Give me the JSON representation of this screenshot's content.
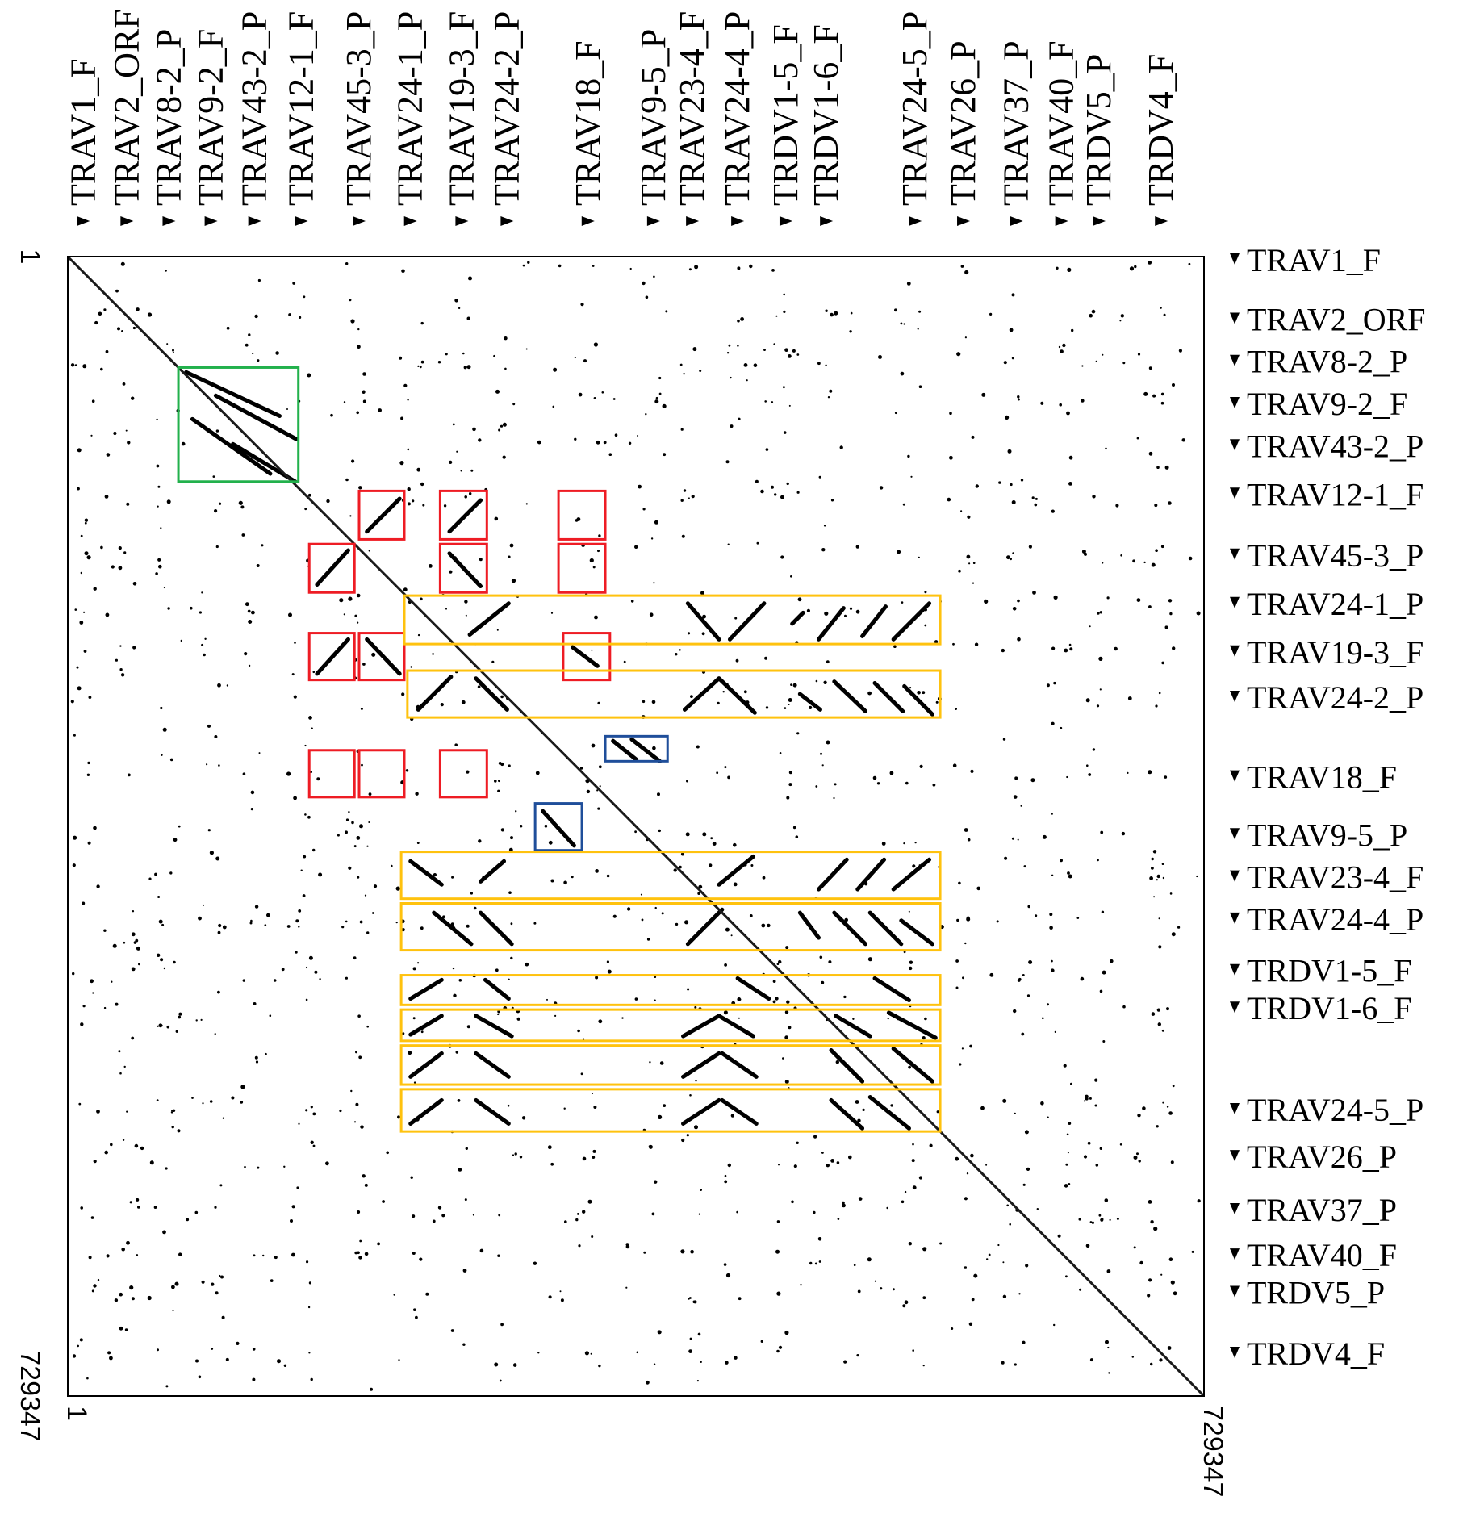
{
  "colors": {
    "identity_line": "#1a1a1a",
    "dots": "#000000",
    "box_green": "#22b14c",
    "box_red": "#ee1c24",
    "box_yellow": "#ffc20e",
    "box_blue": "#1f4e9a"
  },
  "chart_data": {
    "type": "scatter",
    "subtype": "dotplot",
    "xlim": [
      1,
      729347
    ],
    "ylim": [
      1,
      729347
    ],
    "x_ticks": [
      "1",
      "729347"
    ],
    "y_ticks": [
      "1",
      "729347"
    ],
    "y_inverted": true,
    "grid": false,
    "top_genes": [
      {
        "name": "TRAV1_F",
        "pos": 10000
      },
      {
        "name": "TRAV2_ORF",
        "pos": 38000
      },
      {
        "name": "TRAV8-2_P",
        "pos": 65000
      },
      {
        "name": "TRAV9-2_F",
        "pos": 92000
      },
      {
        "name": "TRAV43-2_P",
        "pos": 120000
      },
      {
        "name": "TRAV12-1_F",
        "pos": 150000
      },
      {
        "name": "TRAV45-3_P",
        "pos": 187000
      },
      {
        "name": "TRAV24-1_P",
        "pos": 220000
      },
      {
        "name": "TRAV19-3_F",
        "pos": 253000
      },
      {
        "name": "TRAV24-2_P",
        "pos": 282000
      },
      {
        "name": "TRAV18_F",
        "pos": 334000
      },
      {
        "name": "TRAV9-5_P",
        "pos": 376000
      },
      {
        "name": "TRAV23-4_F",
        "pos": 401000
      },
      {
        "name": "TRAV24-4_P",
        "pos": 430000
      },
      {
        "name": "TRDV1-5_F",
        "pos": 461000
      },
      {
        "name": "TRDV1-6_F",
        "pos": 487000
      },
      {
        "name": "TRAV24-5_P",
        "pos": 544000
      },
      {
        "name": "TRAV26_P",
        "pos": 575000
      },
      {
        "name": "TRAV37_P",
        "pos": 609000
      },
      {
        "name": "TRAV40_F",
        "pos": 638000
      },
      {
        "name": "TRDV5_P",
        "pos": 662000
      },
      {
        "name": "TRDV4_F",
        "pos": 702000
      }
    ],
    "right_genes": [
      {
        "name": "TRAV1_F",
        "pos": 2000
      },
      {
        "name": "TRAV2_ORF",
        "pos": 40000
      },
      {
        "name": "TRAV8-2_P",
        "pos": 67000
      },
      {
        "name": "TRAV9-2_F",
        "pos": 94000
      },
      {
        "name": "TRAV43-2_P",
        "pos": 121000
      },
      {
        "name": "TRAV12-1_F",
        "pos": 152000
      },
      {
        "name": "TRAV45-3_P",
        "pos": 191000
      },
      {
        "name": "TRAV24-1_P",
        "pos": 222000
      },
      {
        "name": "TRAV19-3_F",
        "pos": 253000
      },
      {
        "name": "TRAV24-2_P",
        "pos": 282000
      },
      {
        "name": "TRAV18_F",
        "pos": 333000
      },
      {
        "name": "TRAV9-5_P",
        "pos": 370000
      },
      {
        "name": "TRAV23-4_F",
        "pos": 397000
      },
      {
        "name": "TRAV24-4_P",
        "pos": 424000
      },
      {
        "name": "TRDV1-5_F",
        "pos": 457000
      },
      {
        "name": "TRDV1-6_F",
        "pos": 481000
      },
      {
        "name": "TRAV24-5_P",
        "pos": 546000
      },
      {
        "name": "TRAV26_P",
        "pos": 576000
      },
      {
        "name": "TRAV37_P",
        "pos": 610000
      },
      {
        "name": "TRAV40_F",
        "pos": 639000
      },
      {
        "name": "TRDV5_P",
        "pos": 663000
      },
      {
        "name": "TRDV4_F",
        "pos": 702000
      }
    ],
    "annotation_boxes": [
      {
        "color": "green",
        "x": [
          71000,
          148000
        ],
        "y": [
          71000,
          144000
        ]
      },
      {
        "color": "red",
        "x": [
          187000,
          216000
        ],
        "y": [
          150000,
          181000
        ]
      },
      {
        "color": "red",
        "x": [
          239000,
          269000
        ],
        "y": [
          150000,
          181000
        ]
      },
      {
        "color": "red",
        "x": [
          315000,
          345000
        ],
        "y": [
          150000,
          181000
        ]
      },
      {
        "color": "red",
        "x": [
          155000,
          184000
        ],
        "y": [
          184000,
          215000
        ]
      },
      {
        "color": "red",
        "x": [
          239000,
          269000
        ],
        "y": [
          184000,
          215000
        ]
      },
      {
        "color": "red",
        "x": [
          315000,
          345000
        ],
        "y": [
          184000,
          215000
        ]
      },
      {
        "color": "red",
        "x": [
          155000,
          184000
        ],
        "y": [
          241000,
          271000
        ]
      },
      {
        "color": "red",
        "x": [
          187000,
          216000
        ],
        "y": [
          241000,
          271000
        ]
      },
      {
        "color": "red",
        "x": [
          318000,
          348000
        ],
        "y": [
          241000,
          271000
        ]
      },
      {
        "color": "red",
        "x": [
          155000,
          184000
        ],
        "y": [
          316000,
          346000
        ]
      },
      {
        "color": "red",
        "x": [
          187000,
          216000
        ],
        "y": [
          316000,
          346000
        ]
      },
      {
        "color": "red",
        "x": [
          239000,
          269000
        ],
        "y": [
          316000,
          346000
        ]
      },
      {
        "color": "blue",
        "x": [
          345000,
          385000
        ],
        "y": [
          307000,
          323000
        ]
      },
      {
        "color": "blue",
        "x": [
          300000,
          330000
        ],
        "y": [
          350000,
          380000
        ]
      },
      {
        "color": "yellow",
        "x": [
          216000,
          560000
        ],
        "y": [
          217000,
          248000
        ]
      },
      {
        "color": "yellow",
        "x": [
          218000,
          560000
        ],
        "y": [
          265000,
          295000
        ]
      },
      {
        "color": "yellow",
        "x": [
          214000,
          560000
        ],
        "y": [
          381000,
          411000
        ]
      },
      {
        "color": "yellow",
        "x": [
          214000,
          560000
        ],
        "y": [
          414000,
          444000
        ]
      },
      {
        "color": "yellow",
        "x": [
          214000,
          560000
        ],
        "y": [
          460000,
          479000
        ]
      },
      {
        "color": "yellow",
        "x": [
          214000,
          560000
        ],
        "y": [
          482000,
          502000
        ]
      },
      {
        "color": "yellow",
        "x": [
          214000,
          560000
        ],
        "y": [
          505000,
          530000
        ]
      },
      {
        "color": "yellow",
        "x": [
          214000,
          560000
        ],
        "y": [
          533000,
          560000
        ]
      }
    ],
    "segments": [
      {
        "x": [
          76000,
          136000
        ],
        "y": [
          74000,
          102000
        ]
      },
      {
        "x": [
          95000,
          147000
        ],
        "y": [
          89000,
          117000
        ]
      },
      {
        "x": [
          80000,
          130000
        ],
        "y": [
          104000,
          139000
        ]
      },
      {
        "x": [
          106000,
          146000
        ],
        "y": [
          120000,
          144000
        ]
      },
      {
        "x": [
          192000,
          213000
        ],
        "y": [
          176000,
          155000
        ]
      },
      {
        "x": [
          245000,
          265000
        ],
        "y": [
          176000,
          156000
        ]
      },
      {
        "x": [
          160000,
          180000
        ],
        "y": [
          210000,
          188000
        ]
      },
      {
        "x": [
          245000,
          265000
        ],
        "y": [
          190000,
          211000
        ]
      },
      {
        "x": [
          160000,
          180000
        ],
        "y": [
          267000,
          245000
        ]
      },
      {
        "x": [
          192000,
          213000
        ],
        "y": [
          245000,
          267000
        ]
      },
      {
        "x": [
          324000,
          340000
        ],
        "y": [
          250000,
          262000
        ]
      },
      {
        "x": [
          258000,
          283000
        ],
        "y": [
          242000,
          222000
        ]
      },
      {
        "x": [
          398000,
          418000
        ],
        "y": [
          222000,
          245000
        ]
      },
      {
        "x": [
          425000,
          447000
        ],
        "y": [
          245000,
          222000
        ]
      },
      {
        "x": [
          465000,
          472000
        ],
        "y": [
          235000,
          228000
        ]
      },
      {
        "x": [
          482000,
          498000
        ],
        "y": [
          245000,
          225000
        ]
      },
      {
        "x": [
          510000,
          525000
        ],
        "y": [
          243000,
          224000
        ]
      },
      {
        "x": [
          530000,
          553000
        ],
        "y": [
          245000,
          222000
        ]
      },
      {
        "x": [
          225000,
          246000
        ],
        "y": [
          290000,
          269000
        ]
      },
      {
        "x": [
          262000,
          282000
        ],
        "y": [
          270000,
          290000
        ]
      },
      {
        "x": [
          396000,
          418000
        ],
        "y": [
          290000,
          270000
        ]
      },
      {
        "x": [
          418000,
          441000
        ],
        "y": [
          270000,
          292000
        ]
      },
      {
        "x": [
          470000,
          483000
        ],
        "y": [
          280000,
          290000
        ]
      },
      {
        "x": [
          492000,
          512000
        ],
        "y": [
          272000,
          291000
        ]
      },
      {
        "x": [
          518000,
          536000
        ],
        "y": [
          273000,
          291000
        ]
      },
      {
        "x": [
          537000,
          555000
        ],
        "y": [
          275000,
          293000
        ]
      },
      {
        "x": [
          350000,
          365000
        ],
        "y": [
          310000,
          322000
        ]
      },
      {
        "x": [
          362000,
          380000
        ],
        "y": [
          309000,
          323000
        ]
      },
      {
        "x": [
          305000,
          325000
        ],
        "y": [
          355000,
          377000
        ]
      },
      {
        "x": [
          235000,
          259000
        ],
        "y": [
          420000,
          440000
        ]
      },
      {
        "x": [
          265000,
          285000
        ],
        "y": [
          420000,
          440000
        ]
      },
      {
        "x": [
          398000,
          420000
        ],
        "y": [
          440000,
          418000
        ]
      },
      {
        "x": [
          470000,
          482000
        ],
        "y": [
          420000,
          436000
        ]
      },
      {
        "x": [
          492000,
          512000
        ],
        "y": [
          420000,
          440000
        ]
      },
      {
        "x": [
          515000,
          535000
        ],
        "y": [
          420000,
          440000
        ]
      },
      {
        "x": [
          535000,
          555000
        ],
        "y": [
          425000,
          440000
        ]
      },
      {
        "x": [
          220000,
          240000
        ],
        "y": [
          387000,
          402000
        ]
      },
      {
        "x": [
          265000,
          280000
        ],
        "y": [
          400000,
          387000
        ]
      },
      {
        "x": [
          418000,
          440000
        ],
        "y": [
          402000,
          384000
        ]
      },
      {
        "x": [
          482000,
          500000
        ],
        "y": [
          405000,
          386000
        ]
      },
      {
        "x": [
          507000,
          524000
        ],
        "y": [
          405000,
          386000
        ]
      },
      {
        "x": [
          530000,
          553000
        ],
        "y": [
          405000,
          386000
        ]
      },
      {
        "x": [
          220000,
          240000
        ],
        "y": [
          475000,
          463000
        ]
      },
      {
        "x": [
          268000,
          283000
        ],
        "y": [
          463000,
          475000
        ]
      },
      {
        "x": [
          430000,
          450000
        ],
        "y": [
          462000,
          475000
        ]
      },
      {
        "x": [
          518000,
          540000
        ],
        "y": [
          462000,
          476000
        ]
      },
      {
        "x": [
          220000,
          240000
        ],
        "y": [
          498000,
          486000
        ]
      },
      {
        "x": [
          262000,
          285000
        ],
        "y": [
          486000,
          499000
        ]
      },
      {
        "x": [
          395000,
          418000
        ],
        "y": [
          499000,
          486000
        ]
      },
      {
        "x": [
          418000,
          440000
        ],
        "y": [
          486000,
          499000
        ]
      },
      {
        "x": [
          493000,
          515000
        ],
        "y": [
          486000,
          499000
        ]
      },
      {
        "x": [
          527000,
          557000
        ],
        "y": [
          484000,
          500000
        ]
      },
      {
        "x": [
          220000,
          240000
        ],
        "y": [
          525000,
          510000
        ]
      },
      {
        "x": [
          262000,
          283000
        ],
        "y": [
          510000,
          525000
        ]
      },
      {
        "x": [
          395000,
          418000
        ],
        "y": [
          525000,
          510000
        ]
      },
      {
        "x": [
          420000,
          442000
        ],
        "y": [
          510000,
          525000
        ]
      },
      {
        "x": [
          490000,
          510000
        ],
        "y": [
          508000,
          528000
        ]
      },
      {
        "x": [
          530000,
          555000
        ],
        "y": [
          507000,
          528000
        ]
      },
      {
        "x": [
          220000,
          240000
        ],
        "y": [
          555000,
          540000
        ]
      },
      {
        "x": [
          262000,
          283000
        ],
        "y": [
          540000,
          555000
        ]
      },
      {
        "x": [
          395000,
          418000
        ],
        "y": [
          555000,
          540000
        ]
      },
      {
        "x": [
          420000,
          442000
        ],
        "y": [
          540000,
          555000
        ]
      },
      {
        "x": [
          490000,
          510000
        ],
        "y": [
          540000,
          558000
        ]
      },
      {
        "x": [
          515000,
          540000
        ],
        "y": [
          538000,
          558000
        ]
      }
    ]
  }
}
